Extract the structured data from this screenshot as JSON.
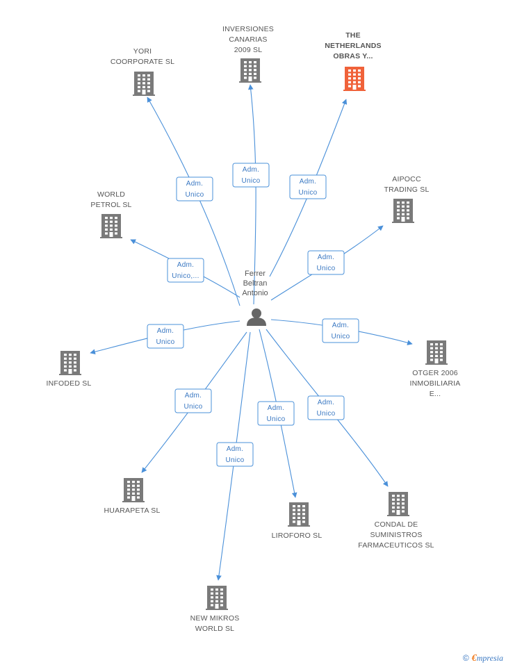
{
  "colors": {
    "edge": "#4a90d9",
    "building": "#7a7a7a",
    "highlight": "#f0623a",
    "person": "#666666"
  },
  "person": {
    "lines": [
      "Ferrer",
      "Beltran",
      "Antonio"
    ],
    "icon": "person-icon"
  },
  "companies": [
    {
      "id": "inversiones",
      "lines": [
        "INVERSIONES",
        "CANARIAS",
        "2009 SL"
      ],
      "highlight": false,
      "role": [
        "Adm.",
        "Unico"
      ]
    },
    {
      "id": "netherlands",
      "lines": [
        "THE",
        "NETHERLANDS",
        "OBRAS Y..."
      ],
      "highlight": true,
      "role": [
        "Adm.",
        "Unico"
      ]
    },
    {
      "id": "yori",
      "lines": [
        "YORI",
        "COORPORATE SL"
      ],
      "highlight": false,
      "role": [
        "Adm.",
        "Unico"
      ]
    },
    {
      "id": "aipocc",
      "lines": [
        "AIPOCC",
        "TRADING SL"
      ],
      "highlight": false,
      "role": [
        "Adm.",
        "Unico"
      ]
    },
    {
      "id": "world-petrol",
      "lines": [
        "WORLD",
        "PETROL SL"
      ],
      "highlight": false,
      "role": [
        "Adm.",
        "Unico,..."
      ]
    },
    {
      "id": "infoded",
      "lines": [
        "INFODED SL"
      ],
      "highlight": false,
      "role": [
        "Adm.",
        "Unico"
      ]
    },
    {
      "id": "otger",
      "lines": [
        "OTGER 2006",
        "INMOBILIARIA",
        "E..."
      ],
      "highlight": false,
      "role": [
        "Adm.",
        "Unico"
      ]
    },
    {
      "id": "huarapeta",
      "lines": [
        "HUARAPETA SL"
      ],
      "highlight": false,
      "role": [
        "Adm.",
        "Unico"
      ]
    },
    {
      "id": "liroforo",
      "lines": [
        "LIROFORO SL"
      ],
      "highlight": false,
      "role": [
        "Adm.",
        "Unico"
      ]
    },
    {
      "id": "condal",
      "lines": [
        "CONDAL DE",
        "SUMINISTROS",
        "FARMACEUTICOS SL"
      ],
      "highlight": false,
      "role": [
        "Adm.",
        "Unico"
      ]
    },
    {
      "id": "newmikros",
      "lines": [
        "NEW MIKROS",
        "WORLD SL"
      ],
      "highlight": false,
      "role": [
        "Adm.",
        "Unico"
      ]
    }
  ],
  "footer": {
    "copyright": "©",
    "brand_first": "€",
    "brand_rest": "mpresia"
  }
}
